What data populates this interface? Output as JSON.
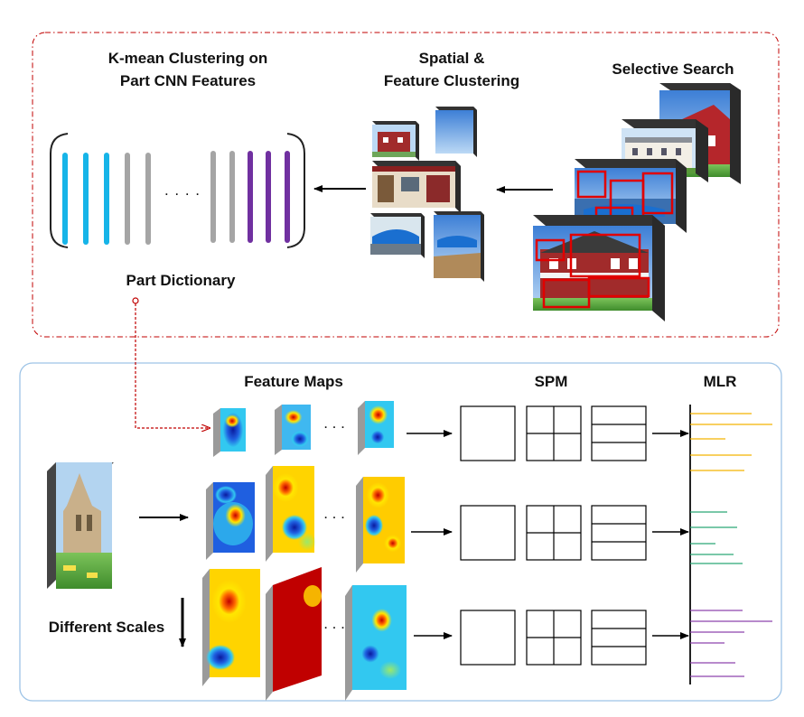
{
  "top_panel": {
    "title_kmeans_line1": "K-mean Clustering on",
    "title_kmeans_line2": "Part CNN Features",
    "title_spatial_line1": "Spatial &",
    "title_spatial_line2": "Feature Clustering",
    "title_selective": "Selective Search",
    "dictionary_label": "Part Dictionary",
    "ellipsis": ". . . .",
    "bar_colors": {
      "blue": "#16b4e8",
      "gray": "#a5a5a5",
      "purple": "#7030a0"
    }
  },
  "bottom_panel": {
    "feature_maps_label": "Feature Maps",
    "spm_label": "SPM",
    "mlr_label": "MLR",
    "scales_label": "Different Scales",
    "ellipsis": ". . .",
    "mlr_colors": {
      "row1": "#f4b400",
      "row2": "#2aa876",
      "row3": "#8e44ad"
    }
  },
  "colors": {
    "top_border": "#c00000",
    "bottom_border": "#9dc3e6",
    "selection_box": "#e00000"
  }
}
